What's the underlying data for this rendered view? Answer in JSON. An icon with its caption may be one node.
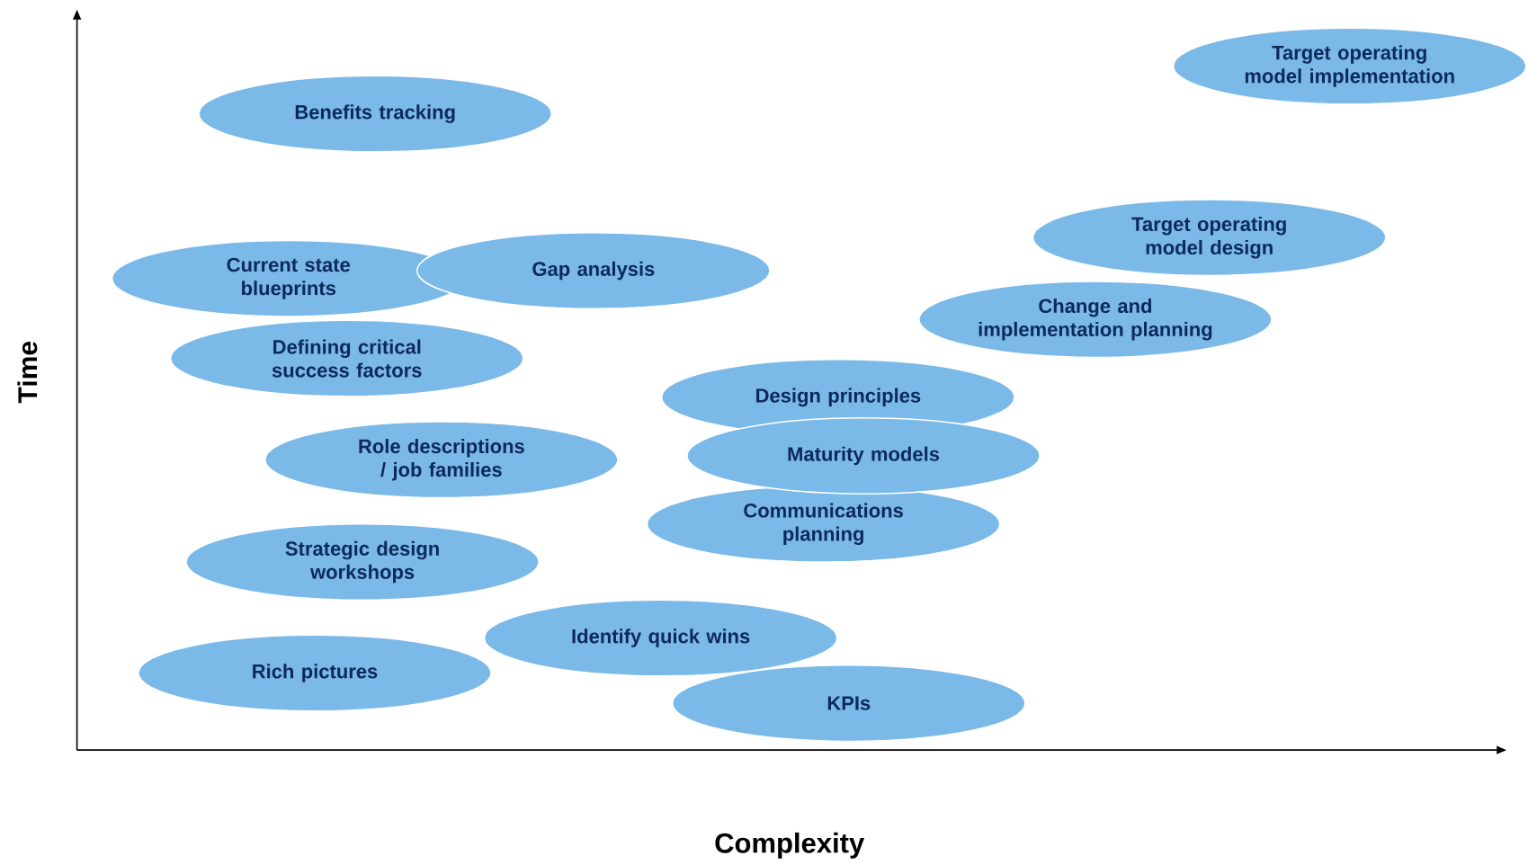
{
  "diagram": {
    "nodes": [
      {
        "text": [
          "Target operating model implementation"
        ]
      },
      {
        "text": [
          "Benefits tracking"
        ]
      },
      {
        "text": [
          "Target operating model design"
        ]
      },
      {
        "text": [
          "Current state blueprints"
        ]
      },
      {
        "text": [
          "Gap analysis"
        ]
      },
      {
        "text": [
          "Change and implementation planning"
        ]
      },
      {
        "text": [
          "Defining critical success factors"
        ]
      },
      {
        "text": [
          "Design principles"
        ]
      },
      {
        "text": [
          "Role descriptions / job families"
        ]
      },
      {
        "text": [
          "Maturity models"
        ]
      },
      {
        "text": [
          "Communications planning"
        ]
      },
      {
        "text": [
          "Strategic design workshops"
        ]
      },
      {
        "text": [
          "Identify quick wins"
        ]
      },
      {
        "text": [
          "Rich pictures"
        ]
      },
      {
        "text": [
          "KPIs"
        ]
      }
    ],
    "labels": [
      "Time",
      "Complexity"
    ]
  }
}
